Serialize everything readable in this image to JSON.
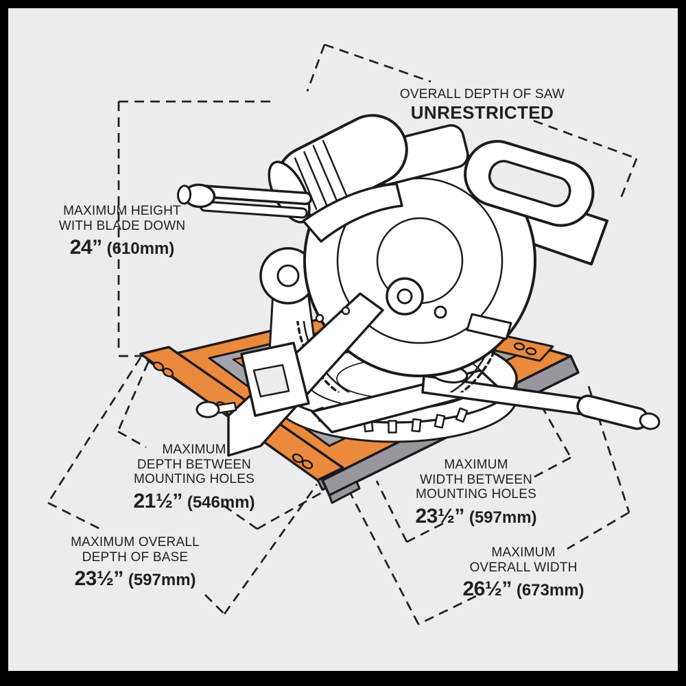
{
  "annotations": {
    "overall_depth": {
      "label_lines": [
        "OVERALL DEPTH OF SAW"
      ],
      "value": "UNRESTRICTED"
    },
    "max_height": {
      "label_lines": [
        "MAXIMUM HEIGHT",
        "WITH BLADE DOWN"
      ],
      "value": "24”",
      "metric": "(610mm)"
    },
    "depth_between_mounting_holes": {
      "label_lines": [
        "MAXIMUM",
        "DEPTH BETWEEN",
        "MOUNTING HOLES"
      ],
      "value": "21½”",
      "metric": "(546mm)"
    },
    "overall_depth_of_base": {
      "label_lines": [
        "MAXIMUM OVERALL",
        "DEPTH OF BASE"
      ],
      "value": "23½”",
      "metric": "(597mm)"
    },
    "width_between_mounting_holes": {
      "label_lines": [
        "MAXIMUM",
        "WIDTH BETWEEN",
        "MOUNTING HOLES"
      ],
      "value": "23½”",
      "metric": "(597mm)"
    },
    "overall_width": {
      "label_lines": [
        "MAXIMUM",
        "OVERALL WIDTH"
      ],
      "value": "26½”",
      "metric": "(673mm)"
    }
  },
  "colors": {
    "accent_orange": "#EB8A3D",
    "canvas_gray": "#ECEBED",
    "frame_black": "#000000",
    "ink": "#221E1F",
    "skirt_gray": "#98979D",
    "tray_gray": "#A5A4AA"
  }
}
